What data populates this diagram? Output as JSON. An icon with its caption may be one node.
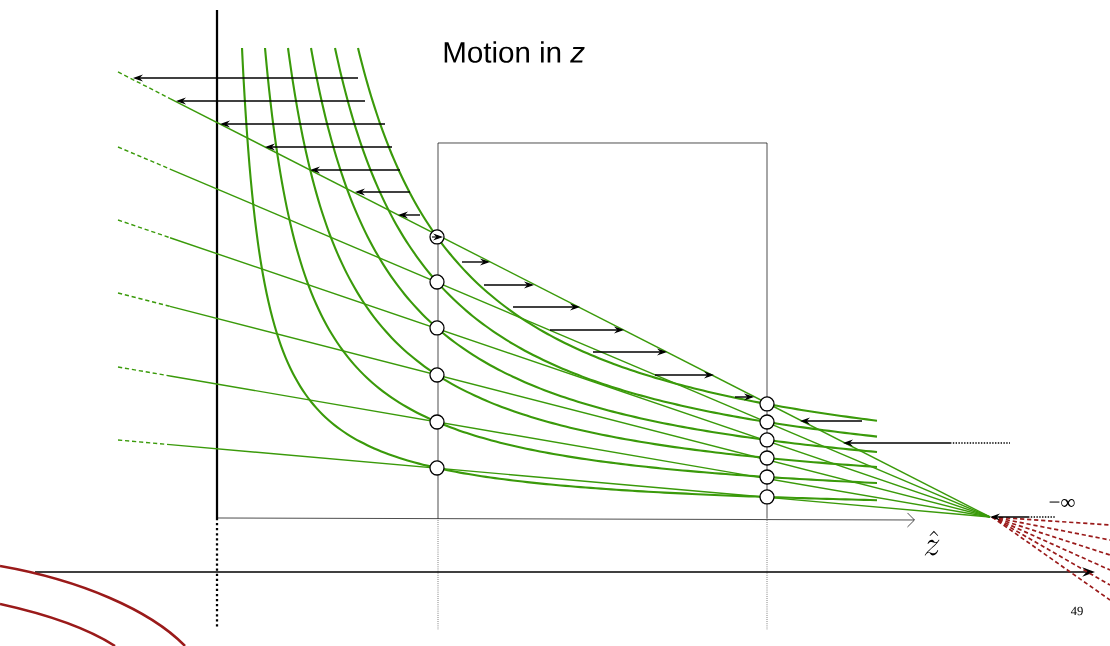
{
  "diagram": {
    "title": "Motion in *z*",
    "labels": [
      "\\hat{z}",
      "−∞",
      "49"
    ]
  }
}
